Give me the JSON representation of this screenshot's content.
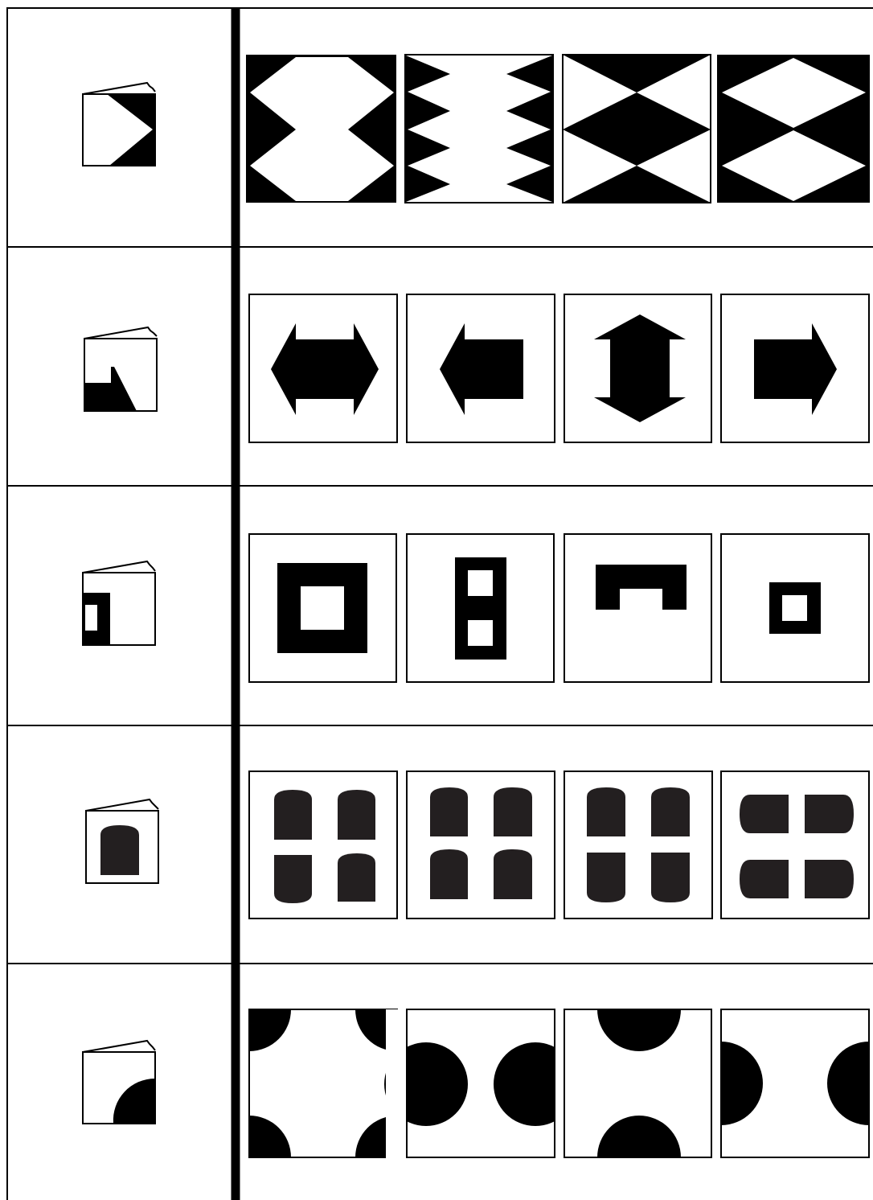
{
  "colors": {
    "ink": "#000000",
    "paper": "#ffffff",
    "soft_ink": "#231f20"
  },
  "rows": [
    {
      "id": "row-1",
      "folded_icon": "folded-paper-triangle-notch-icon",
      "options": [
        "option-zigzag-hexagon-icon",
        "option-sawtooth-edges-icon",
        "option-crossed-triangles-icon",
        "option-stacked-diamonds-icon"
      ]
    },
    {
      "id": "row-2",
      "folded_icon": "folded-paper-half-arrow-icon",
      "options": [
        "option-double-arrow-horizontal-icon",
        "option-left-arrow-icon",
        "option-double-arrow-vertical-icon",
        "option-right-arrow-icon"
      ]
    },
    {
      "id": "row-3",
      "folded_icon": "folded-paper-corner-window-icon",
      "options": [
        "option-large-square-frame-icon",
        "option-tall-double-window-icon",
        "option-wide-frame-icon",
        "option-small-square-frame-icon"
      ]
    },
    {
      "id": "row-4",
      "folded_icon": "folded-paper-rounded-tab-icon",
      "options": [
        "option-four-tabs-mixed-icon",
        "option-four-tabs-up-icon",
        "option-four-tabs-updown-icon",
        "option-four-tabs-sideways-icon"
      ]
    },
    {
      "id": "row-5",
      "folded_icon": "folded-paper-quarter-circle-icon",
      "options": [
        "option-corner-quarters-icon",
        "option-side-circles-icon",
        "option-top-bottom-semicircles-icon",
        "option-side-semicircles-icon"
      ]
    }
  ]
}
